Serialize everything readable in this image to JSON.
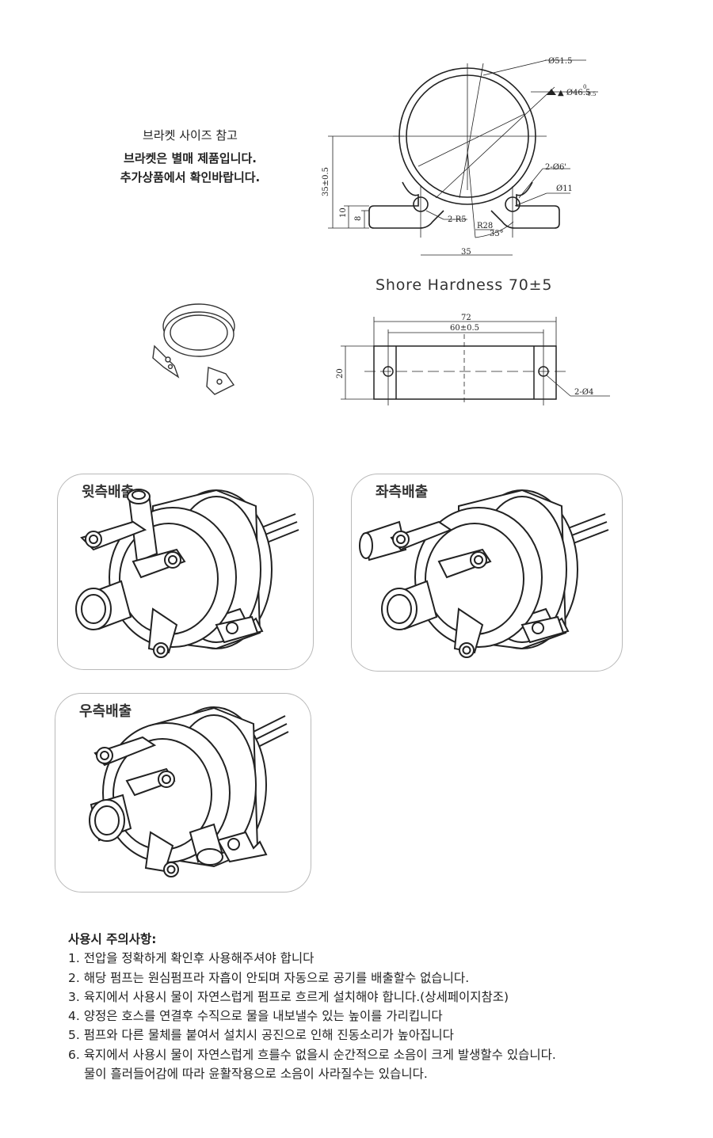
{
  "bracket": {
    "title": "브라켓 사이즈 참고",
    "note_line1": "브라켓은 별매 제품입니다.",
    "note_line2": "추가상품에서 확인바랍니다."
  },
  "drawing_top": {
    "dim_outer": "Ø51.5",
    "dim_inner": "▲ Ø46.5",
    "tol_upper": "0",
    "tol_lower": "-0.5",
    "dim_holes": "2-Ø6'",
    "dim_hole_pitch": "Ø11",
    "dim_r5": "2-R5",
    "dim_r28": "R28",
    "dim_angle": "35°",
    "dim_width": "35",
    "dim_height": "35±0.5",
    "dim_10": "10",
    "dim_8": "8"
  },
  "shore": "Shore Hardness 70±5",
  "drawing_side": {
    "dim_72": "72",
    "dim_60": "60±0.5",
    "dim_20": "20",
    "dim_holes": "2-Ø4"
  },
  "cards": [
    {
      "label": "윗측배출"
    },
    {
      "label": "좌측배출"
    },
    {
      "label": "우측배출"
    }
  ],
  "notes": {
    "title": "사용시 주의사항:",
    "items": [
      "1. 전압을 정확하게 확인후 사용해주셔야 합니다",
      "2. 해당 펌프는 원심펌프라 자흡이 안되며 자동으로 공기를 배출할수 없습니다.",
      "3. 육지에서 사용시 물이 자연스럽게 펌프로 흐르게 설치해야 합니다.(상세페이지참조)",
      "4. 양정은 호스를 연결후 수직으로 물을 내보낼수 있는 높이를 가리킵니다",
      "5. 펌프와 다른 물체를 붙여서 설치시 공진으로 인해 진동소리가 높아집니다",
      "6. 육지에서 사용시 물이 자연스럽게 흐를수 없을시 순간적으로 소음이 크게 발생할수 있습니다."
    ],
    "continuation": "물이 흘러들어감에 따라 윤활작용으로 소음이 사라질수는 있습니다."
  }
}
